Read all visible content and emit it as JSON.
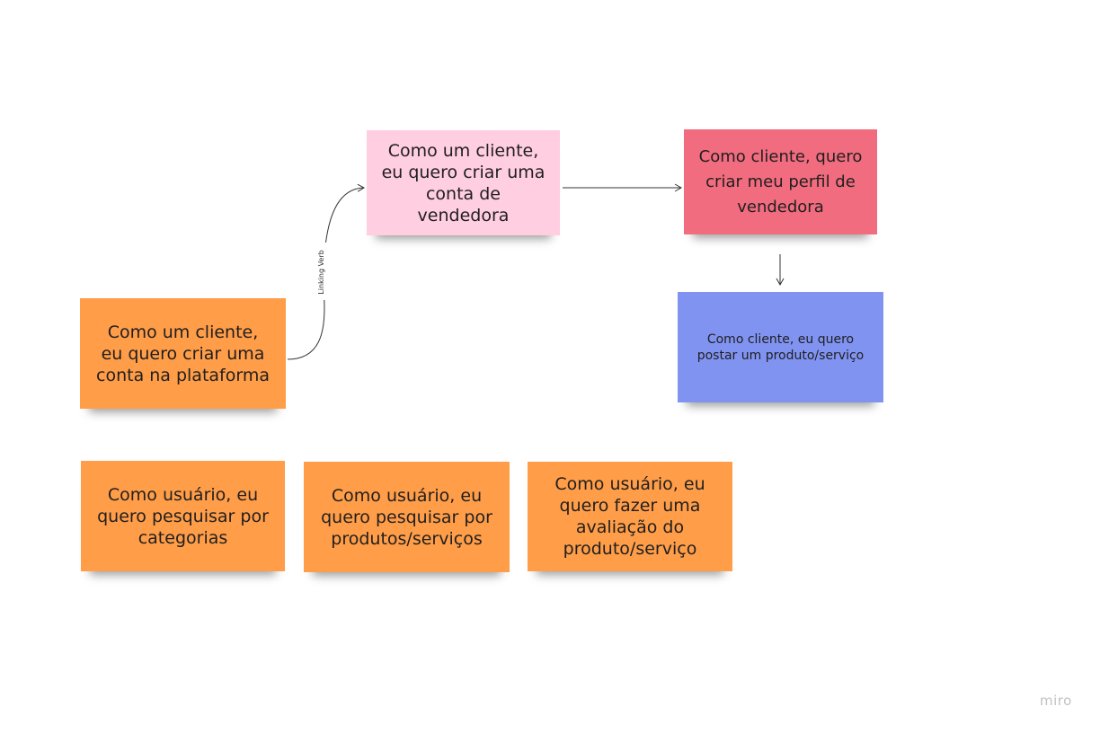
{
  "notes": {
    "account_platform": "Como um cliente,\neu quero criar uma\nconta na plataforma",
    "seller_account": "Como um cliente,\neu quero criar uma\nconta de\nvendedora",
    "seller_profile": "Como cliente, quero\ncriar meu perfil de\nvendedora",
    "post_product": "Como cliente, eu quero\npostar um produto/serviço",
    "search_categories": "Como usuário, eu\nquero pesquisar por\ncategorias",
    "search_products": "Como usuário, eu\nquero pesquisar por\nprodutos/serviços",
    "rate_product": "Como usuário, eu\nquero fazer uma\navaliação do\nproduto/serviço"
  },
  "connector_label": "Linking Verb",
  "logo": "miro",
  "colors": {
    "orange": "#ff9d48",
    "pink": "#ffcee0",
    "red": "#f16c7f",
    "blue": "#8093f1",
    "connector": "#333333"
  }
}
